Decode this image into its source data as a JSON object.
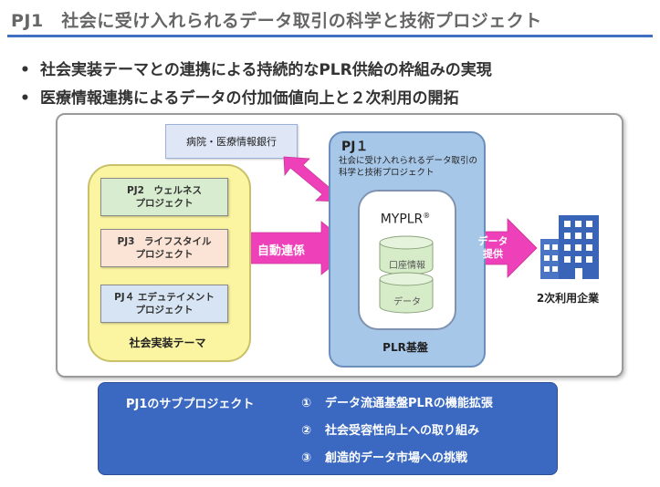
{
  "header": {
    "title": "PJ1　社会に受け入れられるデータ取引の科学と技術プロジェクト"
  },
  "bullets": [
    {
      "marker": "•",
      "text": "社会実装テーマとの連携による持続的なPLR供給の枠組みの実現"
    },
    {
      "marker": "•",
      "text": "医療情報連携によるデータの付加価値向上と２次利用の開拓"
    }
  ],
  "diagram": {
    "hospital": "病院・医療情報銀行",
    "themes": {
      "items": [
        {
          "line1": "PJ2　ウェルネス",
          "line2": "プロジェクト",
          "color": "#d8ecd0"
        },
        {
          "line1": "PJ3　ライフスタイル",
          "line2": "プロジェクト",
          "color": "#fbe3d6"
        },
        {
          "line1": "PJ４ エデュテイメント",
          "line2": "プロジェクト",
          "color": "#d6e4f3"
        }
      ],
      "label": "社会実装テーマ"
    },
    "auto_link": "自動連係",
    "pj1": {
      "title": "PJ１",
      "description": "社会に受け入れられるデータ取引の科学と技術プロジェクト",
      "myplr": "MYPLR",
      "myplr_mark": "®",
      "storage": [
        "口座情報",
        "データ"
      ],
      "base_label": "PLR基盤"
    },
    "data_provide": {
      "line1": "データ",
      "line2": "提供"
    },
    "company": {
      "label": "2次利用企業",
      "icon": "office-building-icon"
    }
  },
  "subprojects": {
    "title": "PJ1のサブプロジェクト",
    "items": [
      {
        "num": "①",
        "text": "データ流通基盤PLRの機能拡張"
      },
      {
        "num": "②",
        "text": "社会受容性向上への取り組み"
      },
      {
        "num": "③",
        "text": "創造的データ市場への挑戦"
      }
    ]
  },
  "colors": {
    "accent_blue": "#3f6fc3",
    "arrow_pink": "#ee40b8",
    "theme_yellow": "#fbf5a1",
    "pj1_blue": "#a7c7e8"
  }
}
